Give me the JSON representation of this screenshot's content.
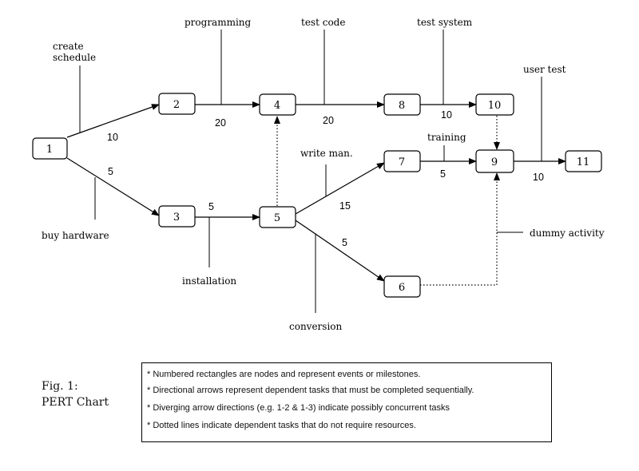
{
  "nodes": [
    {
      "id": "1",
      "label": "1"
    },
    {
      "id": "2",
      "label": "2"
    },
    {
      "id": "3",
      "label": "3"
    },
    {
      "id": "4",
      "label": "4"
    },
    {
      "id": "5",
      "label": "5"
    },
    {
      "id": "6",
      "label": "6"
    },
    {
      "id": "7",
      "label": "7"
    },
    {
      "id": "8",
      "label": "8"
    },
    {
      "id": "9",
      "label": "9"
    },
    {
      "id": "10",
      "label": "10"
    },
    {
      "id": "11",
      "label": "11"
    }
  ],
  "edges": [
    {
      "from": "1",
      "to": "2",
      "task": "create schedule",
      "duration": "10",
      "dotted": false
    },
    {
      "from": "1",
      "to": "3",
      "task": "buy hardware",
      "duration": "5",
      "dotted": false
    },
    {
      "from": "2",
      "to": "4",
      "task": "programming",
      "duration": "20",
      "dotted": false
    },
    {
      "from": "3",
      "to": "5",
      "task": "installation",
      "duration": "5",
      "dotted": false
    },
    {
      "from": "4",
      "to": "8",
      "task": "test code",
      "duration": "20",
      "dotted": false
    },
    {
      "from": "5",
      "to": "4",
      "task": "",
      "duration": "",
      "dotted": true
    },
    {
      "from": "5",
      "to": "7",
      "task": "write man.",
      "duration": "15",
      "dotted": false
    },
    {
      "from": "5",
      "to": "6",
      "task": "conversion",
      "duration": "5",
      "dotted": false
    },
    {
      "from": "8",
      "to": "10",
      "task": "test system",
      "duration": "10",
      "dotted": false
    },
    {
      "from": "7",
      "to": "9",
      "task": "training",
      "duration": "5",
      "dotted": false
    },
    {
      "from": "10",
      "to": "9",
      "task": "",
      "duration": "",
      "dotted": true
    },
    {
      "from": "6",
      "to": "9",
      "task": "dummy activity",
      "duration": "",
      "dotted": true
    },
    {
      "from": "9",
      "to": "11",
      "task": "user test",
      "duration": "10",
      "dotted": false
    }
  ],
  "task_labels": {
    "create_schedule_line1": "create",
    "create_schedule_line2": "schedule",
    "buy_hardware": "buy hardware",
    "programming": "programming",
    "installation": "installation",
    "test_code": "test code",
    "write_man": "write man.",
    "conversion": "conversion",
    "test_system": "test system",
    "training": "training",
    "user_test": "user test",
    "dummy_activity": "dummy activity"
  },
  "durations": {
    "e1_2": "10",
    "e1_3": "5",
    "e2_4": "20",
    "e3_5": "5",
    "e4_8": "20",
    "e5_7": "15",
    "e5_6": "5",
    "e8_10": "10",
    "e7_9": "5",
    "e9_11": "10"
  },
  "caption": {
    "line1": "Fig. 1:",
    "line2": "PERT Chart"
  },
  "legend": [
    "* Numbered rectangles are nodes and represent events or milestones.",
    "* Directional arrows represent dependent tasks that must be completed sequentially.",
    "* Diverging arrow directions (e.g. 1-2 & 1-3) indicate possibly concurrent tasks",
    "* Dotted lines indicate dependent tasks that do not require resources."
  ]
}
